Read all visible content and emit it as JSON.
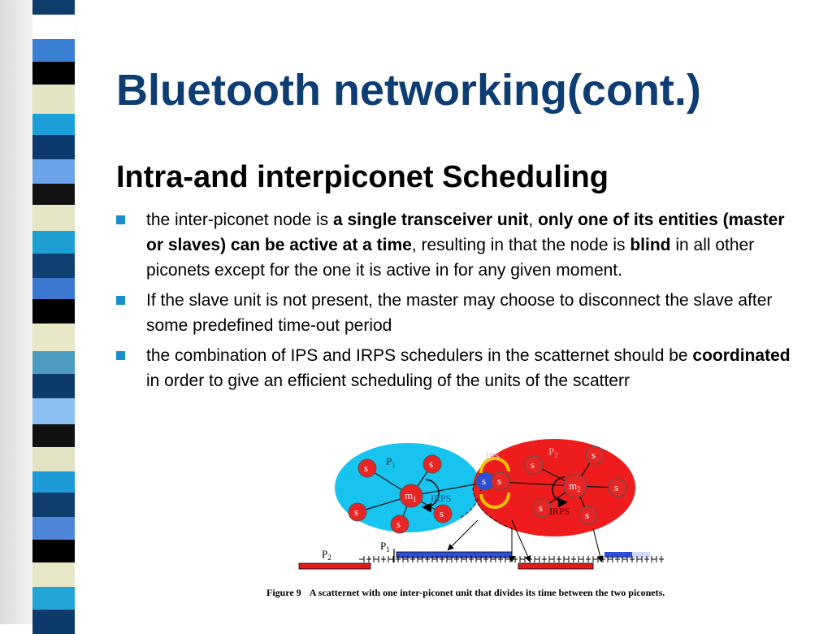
{
  "slide": {
    "title": "Bluetooth networking(cont.)",
    "subtitle": "Intra-and interpiconet Scheduling"
  },
  "bullets": [
    [
      {
        "t": "the inter-piconet node is ",
        "b": false
      },
      {
        "t": "a single transceiver unit",
        "b": true
      },
      {
        "t": ", ",
        "b": false
      },
      {
        "t": "only one of its entities (master or slaves) can be active at a time",
        "b": true
      },
      {
        "t": ", resulting in that the node is ",
        "b": false
      },
      {
        "t": "blind",
        "b": true
      },
      {
        "t": " in all other piconets except for the one it is active in for any given moment.",
        "b": false
      }
    ],
    [
      {
        "t": "If the slave unit is not present, the master may choose to disconnect the slave after some predefined time-out period",
        "b": false
      }
    ],
    [
      {
        "t": "the combination of IPS and IRPS schedulers in the scatternet should be ",
        "b": false
      },
      {
        "t": "coordinated",
        "b": true
      },
      {
        "t": " in order to give an efficient scheduling of the units of the scatterr",
        "b": false
      }
    ]
  ],
  "figure": {
    "p1": {
      "label": "P",
      "sub": "1"
    },
    "p2": {
      "label": "P",
      "sub": "2"
    },
    "master1": {
      "label": "m",
      "sub": "1"
    },
    "master2": {
      "label": "m",
      "sub": "2"
    },
    "slave_label": "s",
    "ips_label": "IPS",
    "irps_label": "IRPS",
    "timeline_p1": {
      "label": "P",
      "sub": "1"
    },
    "timeline_p2": {
      "label": "P",
      "sub": "2"
    },
    "caption_number": "Figure 9",
    "caption_text": "A scatternet with one inter-piconet unit that divides its time between the two piconets."
  },
  "colors": {
    "title": "#0d3d73",
    "bullet": "#1a8fc7",
    "piconet1": "#16c4ef",
    "piconet2": "#ee1c1c",
    "node": "#e82424",
    "timeline_red": "#e01b1b",
    "timeline_blue": "#2f4fd8"
  }
}
